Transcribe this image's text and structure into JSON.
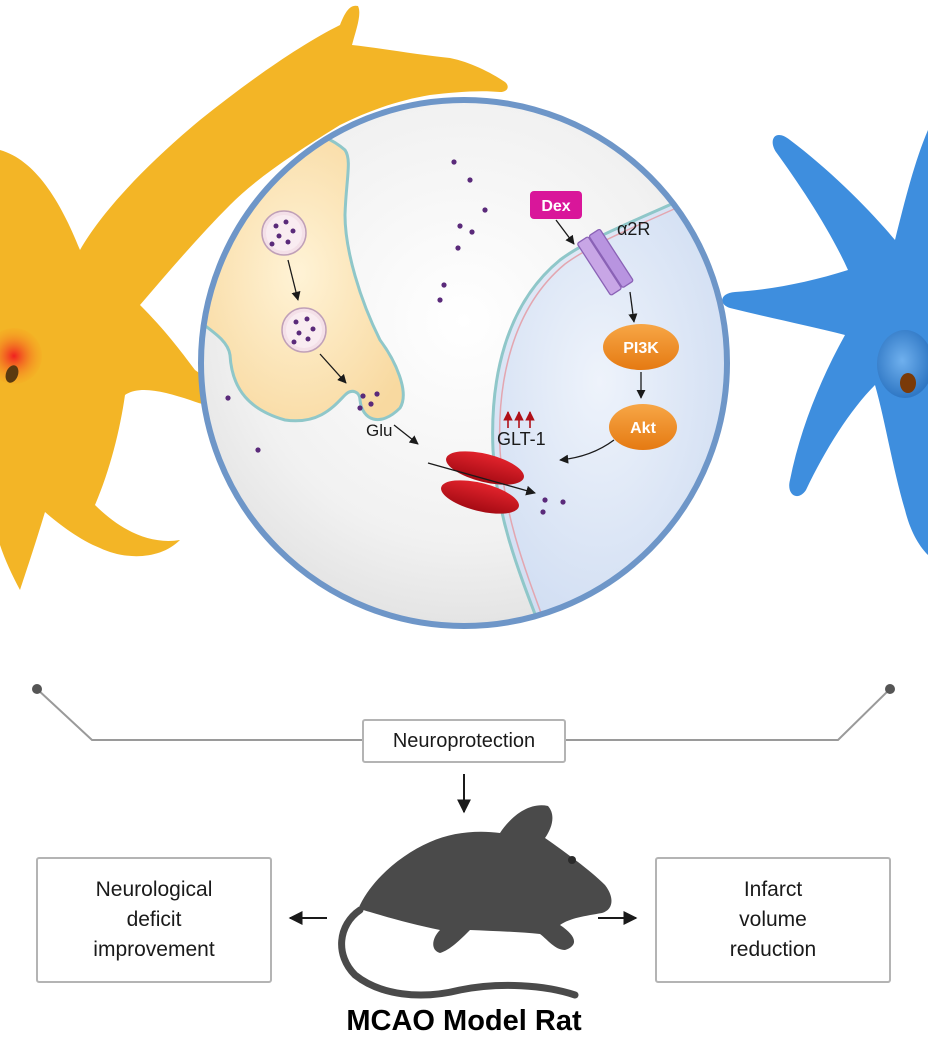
{
  "diagram": {
    "labels": {
      "dex": "Dex",
      "receptor": "α2R",
      "pi3k": "PI3K",
      "akt": "Akt",
      "glu": "Glu",
      "transporter": "GLT-1"
    },
    "neuroprotection": "Neuroprotection",
    "outcome_left": "Neurological\ndeficit\nimprovement",
    "outcome_right": "Infarct\nvolume\nreduction",
    "model_title": "MCAO Model Rat"
  },
  "colors": {
    "neuron": "#f3b526",
    "astrocyte": "#3e8ede",
    "circle_border": "#6e96c8",
    "dex": "#d9169a",
    "kinase": "#f08a1e",
    "transporter": "#c8101c",
    "vesicle_dot": "#5a2a7a",
    "rat": "#4a4a4a"
  }
}
